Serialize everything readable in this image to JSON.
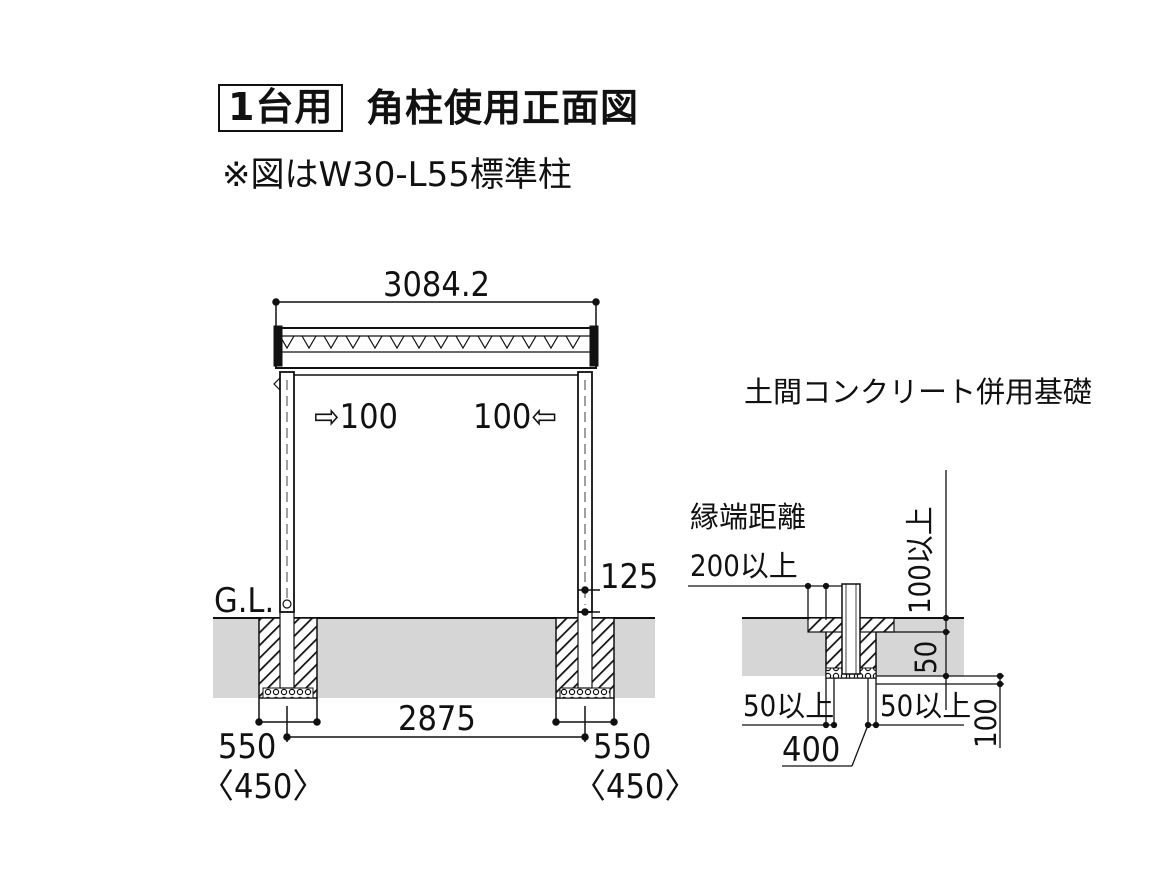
{
  "title": {
    "badge": "1台用",
    "main": "角柱使用正面図",
    "note": "※図はW30-L55標準柱"
  },
  "front_view": {
    "width_top": "3084.2",
    "arrow_left": "⇨100",
    "arrow_right": "100⇦",
    "post_embed": "125",
    "ground_label": "G.L.",
    "span_bottom": "2875",
    "footing_left": "550",
    "footing_left_alt": "〈450〉",
    "footing_right": "550",
    "footing_right_alt": "〈450〉"
  },
  "foundation_detail": {
    "title": "土間コンクリート併用基礎",
    "edge_label": "縁端距離",
    "edge_value": "200以上",
    "height_above": "100以上",
    "slab_depth": "50",
    "left_margin": "50以上",
    "right_margin": "50以上",
    "base_depth": "100",
    "footing_width": "400"
  },
  "colors": {
    "ground": "#d6d6d6",
    "line": "#111111",
    "background": "#ffffff"
  }
}
